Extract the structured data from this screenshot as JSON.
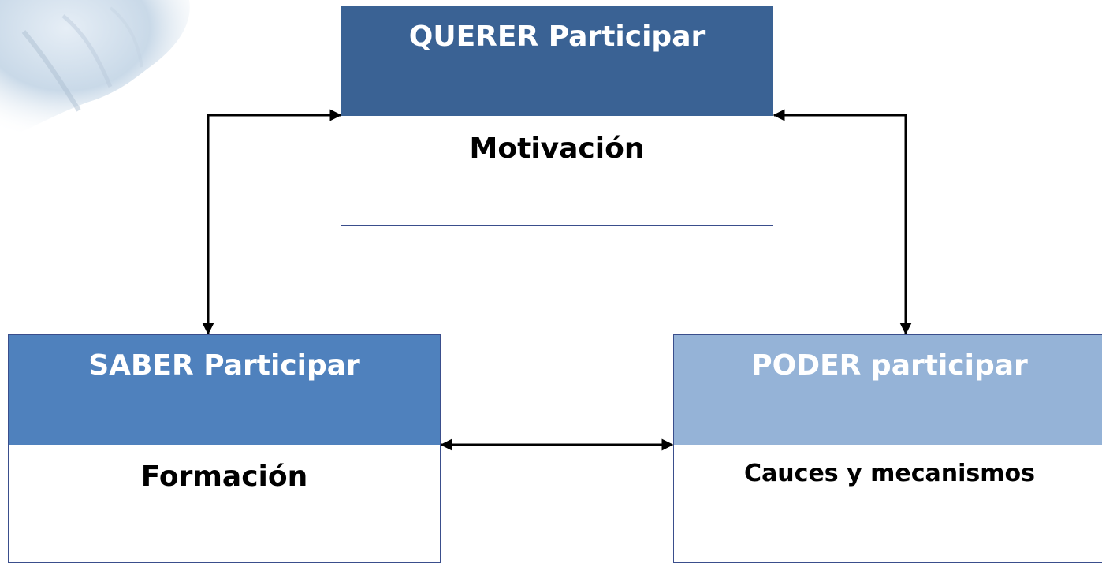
{
  "diagram": {
    "nodes": [
      {
        "id": "querer",
        "header": "QUERER Participar",
        "body": "Motivación",
        "header_color": "#3a6294"
      },
      {
        "id": "saber",
        "header": "SABER Participar",
        "body": "Formación",
        "header_color": "#4f81bd"
      },
      {
        "id": "poder",
        "header": "PODER participar",
        "body": "Cauces y mecanismos",
        "header_color": "#95b3d7"
      }
    ],
    "edges": [
      {
        "from": "querer",
        "to": "saber",
        "type": "bidirectional"
      },
      {
        "from": "querer",
        "to": "poder",
        "type": "bidirectional"
      },
      {
        "from": "saber",
        "to": "poder",
        "type": "bidirectional"
      }
    ]
  }
}
